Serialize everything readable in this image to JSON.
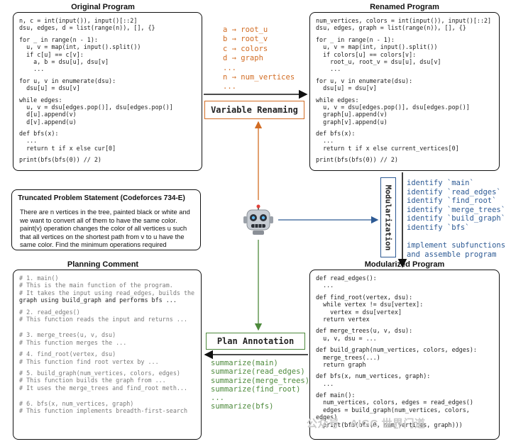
{
  "titles": {
    "original": "Original Program",
    "renamed": "Renamed Program",
    "modularized": "Modularized Program",
    "planning": "Planning Comment",
    "problem": "Truncated Problem Statement (Codeforces 734-E)"
  },
  "labels": {
    "variable_renaming": "Variable Renaming",
    "modularization": "Modularization",
    "plan_annotation": "Plan Annotation"
  },
  "mapping": [
    "a → root_u",
    "b → root_v",
    "c → colors",
    "d → graph",
    "...",
    "n → num_vertices",
    "..."
  ],
  "identify": [
    "identify `main`",
    "identify `read_edges`",
    "identify `find_root`",
    "identify `merge_trees`",
    "identify `build_graph`",
    "identify `bfs`",
    "",
    "implement subfunctions",
    "and assemble program"
  ],
  "summarize": [
    "summarize(main)",
    "summarize(read_edges)",
    "summarize(merge_trees)",
    "summarize(find_root)",
    "...",
    "summarize(bfs)"
  ],
  "problem_text": "There are n vertices in the tree, painted black or white and we want to convert all of them to have the same color. paint(v) operation changes the color of all vertices u such that all vertices on the shortest path from v to u have the same color. Find the minimum operations required",
  "original_code": [
    "n, c = int(input()), input()[::2]",
    "dsu, edges, d = list(range(n)), [], {}",
    "",
    "for _ in range(n - 1):",
    "  u, v = map(int, input().split())",
    "  if c[u] == c[v]:",
    "    a, b = dsu[u], dsu[v]",
    "    ...",
    "",
    "for u, v in enumerate(dsu):",
    "  dsu[u] = dsu[v]",
    "",
    "while edges:",
    "  u, v = dsu[edges.pop()], dsu[edges.pop()]",
    "  d[u].append(v)",
    "  d[v].append(u)",
    "",
    "def bfs(x):",
    "  ...",
    "  return t if x else cur[0]",
    "",
    "print(bfs(bfs(0)) // 2)"
  ],
  "renamed_code": [
    "num_vertices, colors = int(input()), input()[::2]",
    "dsu, edges, graph = list(range(n)), [], {}",
    "",
    "for _ in range(n - 1):",
    "  u, v = map(int, input().split())",
    "  if colors[u] == colors[v]:",
    "    root_u, root_v = dsu[u], dsu[v]",
    "    ...",
    "",
    "for u, v in enumerate(dsu):",
    "  dsu[u] = dsu[v]",
    "",
    "while edges:",
    "  u, v = dsu[edges.pop()], dsu[edges.pop()]",
    "  graph[u].append(v)",
    "  graph[v].append(u)",
    "",
    "def bfs(x):",
    "  ...",
    "  return t if x else current_vertices[0]",
    "",
    "print(bfs(bfs(0)) // 2)"
  ],
  "modularized_code": [
    "def read_edges():",
    "  ...",
    "",
    "def find_root(vertex, dsu):",
    "  while vertex != dsu[vertex]:",
    "    vertex = dsu[vertex]",
    "  return vertex",
    "",
    "def merge_trees(u, v, dsu):",
    "  u, v, dsu = ...",
    "",
    "def build_graph(num_vertices, colors, edges):",
    "  merge_trees(...)",
    "  return graph",
    "",
    "def bfs(x, num_vertices, graph):",
    "  ...",
    "",
    "def main():",
    "  num_vertices, colors, edges = read_edges()",
    "  edges = build_graph(num_vertices, colors,",
    "edges)",
    "  print(bfs(bfs(0, num_vertices, graph)))"
  ],
  "planning_code": [
    "# 1. main()",
    "# This is the main function of the program.",
    "# It takes the input using read_edges, builds the",
    "graph using build_graph and performs bfs ...",
    "",
    "# 2. read_edges()",
    "# This function reads the input and returns ...",
    "",
    "",
    "# 3. merge_trees(u, v, dsu)",
    "# This function merges the ...",
    "",
    "# 4. find_root(vertex, dsu)",
    "# This function find root vertex by ...",
    "",
    "# 5. build_graph(num_vertices, colors, edges)",
    "# This function builds the graph from ...",
    "# It uses the merge_trees and find_root meth...",
    "",
    "",
    "# 6. bfs(x, num_vertices, graph)",
    "# This function implements breadth-first-search"
  ],
  "watermark": "公众号 · AIGC 世界门道",
  "colors": {
    "orange": "#d26c23",
    "green": "#4d8a3c",
    "blue": "#2d5a94"
  }
}
